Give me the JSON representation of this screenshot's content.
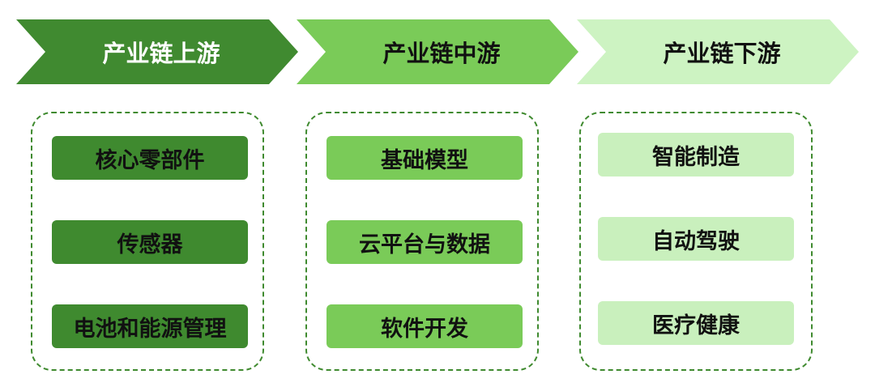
{
  "stages": [
    {
      "title": "产业链上游",
      "items": [
        "核心零部件",
        "传感器",
        "电池和能源管理"
      ]
    },
    {
      "title": "产业链中游",
      "items": [
        "基础模型",
        "云平台与数据",
        "软件开发"
      ]
    },
    {
      "title": "产业链下游",
      "items": [
        "智能制造",
        "自动驾驶",
        "医疗健康"
      ]
    }
  ],
  "colors": {
    "upstream": "#408a30",
    "midstream": "#7acb58",
    "downstream": "#cdf3c2"
  }
}
